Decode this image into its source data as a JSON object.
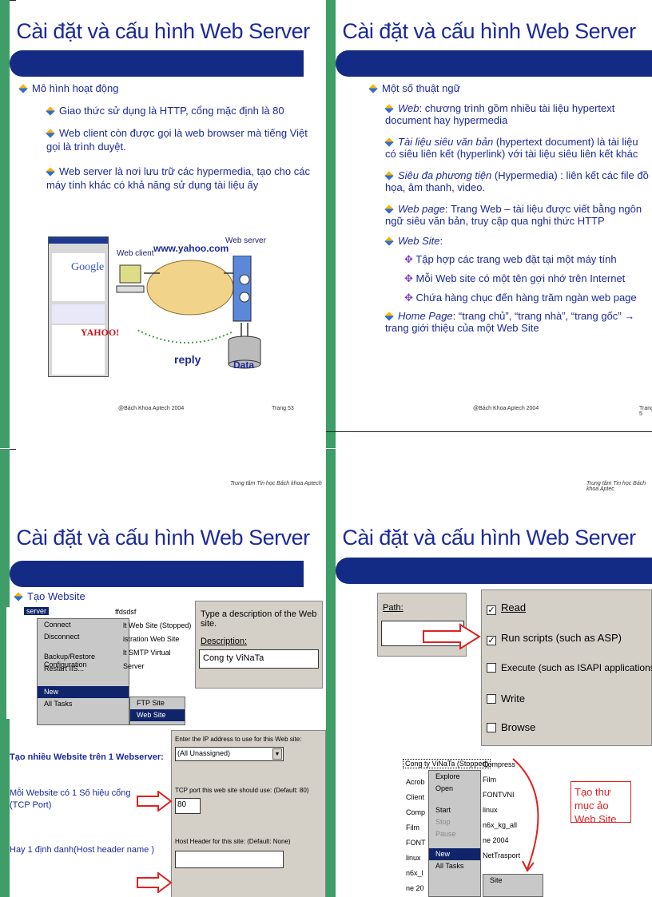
{
  "slides": [
    {
      "title": "Cài đặt và cấu hình Web Server",
      "bullets": [
        {
          "level": 1,
          "text": "Mô hình hoạt động"
        },
        {
          "level": 2,
          "text": "Giao thức sử dụng là HTTP, cổng mặc định là 80"
        },
        {
          "level": 2,
          "text": "Web client còn được gọi là web browser mà tiếng Việt gọi là trình duyệt."
        },
        {
          "level": 2,
          "text": "Web server là nơi lưu trữ các hypermedia, tạo cho các máy tính khác có khả năng sử dụng tài liệu ấy"
        }
      ],
      "diagram": {
        "web_client": "Web client",
        "web_server": "Web server",
        "url": "www.yahoo.com",
        "reply": "reply",
        "data": "Data"
      },
      "footer_left": "@Bách Khoa Aptech 2004",
      "footer_right": "Trang 53"
    },
    {
      "title": "Cài đặt và cấu hình Web Server",
      "intro": "Một số thuật ngữ",
      "terms": [
        {
          "term": "Web",
          "desc": ": chương trình gồm nhiều tài liệu hypertext document hay hypermedia"
        },
        {
          "term": "Tài liệu siêu văn bản",
          "desc": " (hypertext document) là tài liệu có siêu liên kết (hyperlink) với tài liệu siêu liên kết khác"
        },
        {
          "term": "Siêu đa phương tiện",
          "desc": " (Hypermedia) : liên kết các file đồ họa, âm thanh, video."
        },
        {
          "term": "Web page",
          "desc": ": Trang Web – tài liệu được viết bằng ngôn ngữ siêu văn bản, truy cập qua nghi thức HTTP"
        },
        {
          "term": "Web Site",
          "desc": ":"
        }
      ],
      "sub_items": [
        "Tập hợp các trang web đặt tại một máy tính",
        "Mỗi Web site có một  tên gợi nhớ trên Internet",
        "Chứa hàng chục đến hàng trăm ngàn web page"
      ],
      "last_term": {
        "term": "Home Page",
        "desc": ": “trang chủ”, “trang nhà”, “trang gốc” → trang giới thiệu của một Web Site"
      },
      "footer_left": "@Bách Khoa Aptech 2004",
      "footer_right": "Trang 5"
    },
    {
      "header_note": "Trung tâm Tin học  Bách khoa Aptech",
      "title": "Cài đặt và cấu hình Web Server",
      "bullet": "Tạo Website",
      "menu_items": [
        "Connect",
        "Disconnect",
        "Backup/Restore Configuration",
        "Restart IIS...",
        "New",
        "All Tasks"
      ],
      "submenu": [
        "FTP Site",
        "Web Site"
      ],
      "tree_label": "server",
      "list_items": [
        "ffdsdsf",
        "lt Web Site (Stopped)",
        "istration Web Site",
        "lt SMTP Virtual Server"
      ],
      "desc_prompt": "Type a description of the Web site.",
      "desc_label": "Description:",
      "desc_value": "Cong ty ViNaTa",
      "ip_prompt": "Enter the IP address to use for this Web site:",
      "ip_value": "(All Unassigned)",
      "port_prompt": "TCP port this web site should use: (Default: 80)",
      "port_value": "80",
      "host_prompt": "Host Header for this site: (Default: None)",
      "note1": "Tạo nhiều Website trên 1 Webserver:",
      "note2": "Mỗi Website có 1 Số hiệu cổng (TCP Port)",
      "note3": "Hay 1 định danh(Host header name )"
    },
    {
      "header_note": "Trung tâm Tin học  Bách khoa Aptec",
      "title": "Cài đặt và cấu hình Web Server",
      "path_label": "Path:",
      "checkboxes": [
        {
          "label": "Read",
          "checked": true
        },
        {
          "label": "Run scripts (such as ASP)",
          "checked": true
        },
        {
          "label": "Execute (such as ISAPI applications or CGI)",
          "checked": false
        },
        {
          "label": "Write",
          "checked": false
        },
        {
          "label": "Browse",
          "checked": false
        }
      ],
      "tree_selected": "Cong ty ViNaTa (Stopped)",
      "tree_items": [
        "Acrob",
        "Client",
        "Comp",
        "Film",
        "FONT",
        "linux",
        "n6x_l",
        "ne 20"
      ],
      "context_menu": [
        "Explore",
        "Open",
        "Start",
        "Stop",
        "Pause",
        "New",
        "All Tasks"
      ],
      "folders": [
        "Compress",
        "Film",
        "FONTVNI",
        "linux",
        "n6x_kg_all",
        "ne 2004",
        "NetTrasport"
      ],
      "new_submenu": [
        "Site"
      ],
      "callout": "Tạo thư mục ảo Web Site"
    }
  ]
}
